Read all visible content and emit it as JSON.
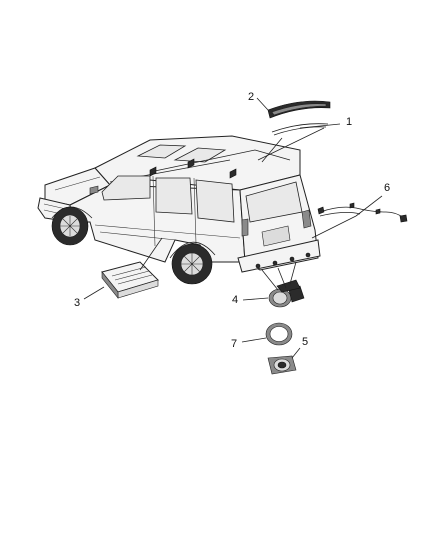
{
  "diagram": {
    "callouts": [
      {
        "id": "part-1",
        "label": "1"
      },
      {
        "id": "part-2",
        "label": "2"
      },
      {
        "id": "part-3",
        "label": "3"
      },
      {
        "id": "part-4",
        "label": "4"
      },
      {
        "id": "part-5",
        "label": "5"
      },
      {
        "id": "part-6",
        "label": "6"
      },
      {
        "id": "part-7",
        "label": "7"
      }
    ]
  }
}
